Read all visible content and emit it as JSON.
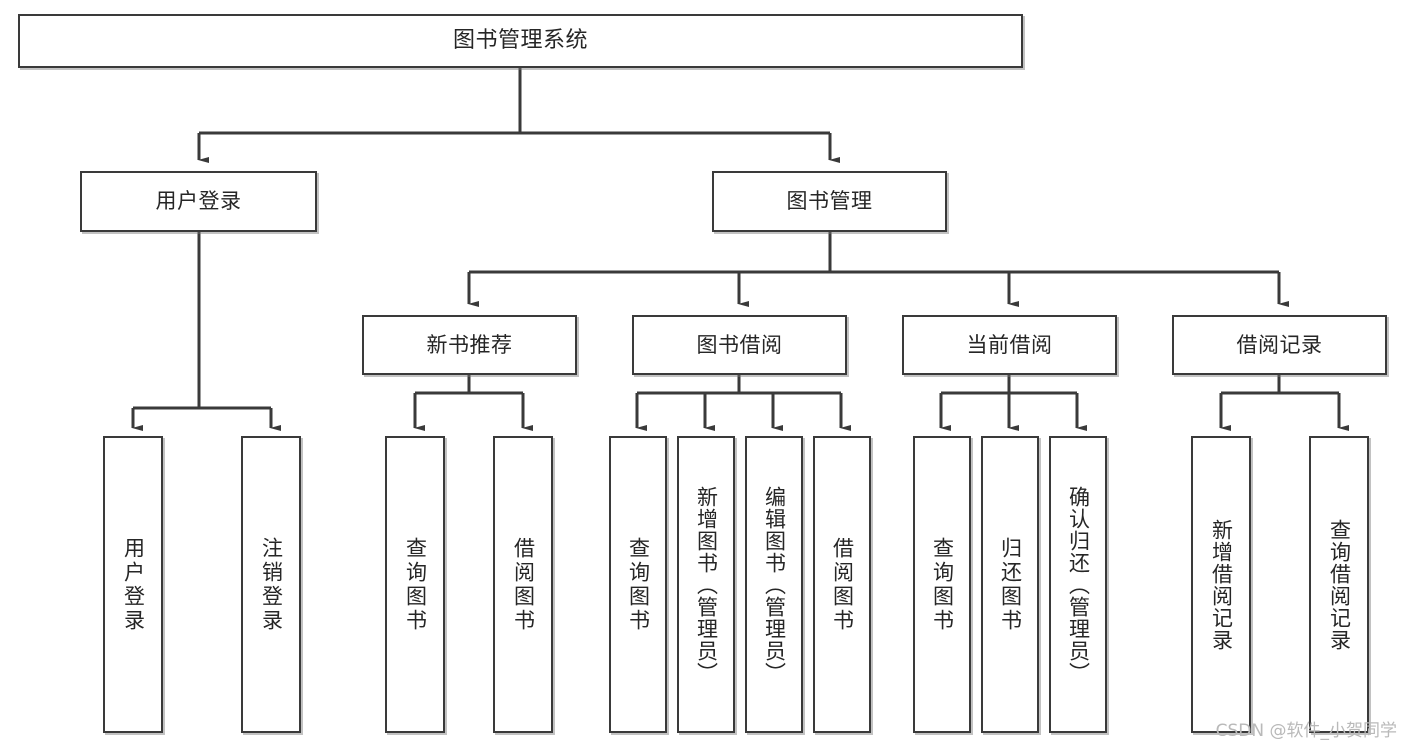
{
  "diagram": {
    "type": "tree-hierarchy",
    "title": "图书管理系统",
    "orientation": "top-down",
    "colors": {
      "box_border": "#3a3a3a",
      "box_fill": "#ffffff",
      "connector": "#3a3a3a",
      "text": "#262626",
      "watermark": "#b9b9b9",
      "background": "#ffffff"
    },
    "root": {
      "label": "图书管理系统"
    },
    "level2": [
      {
        "label": "用户登录"
      },
      {
        "label": "图书管理"
      }
    ],
    "level3": [
      {
        "label": "新书推荐"
      },
      {
        "label": "图书借阅"
      },
      {
        "label": "当前借阅"
      },
      {
        "label": "借阅记录"
      }
    ],
    "leaves": {
      "user_login": [
        {
          "label": "用户登录"
        },
        {
          "label": "注销登录"
        }
      ],
      "new_book": [
        {
          "label": "查询图书"
        },
        {
          "label": "借阅图书"
        }
      ],
      "book_borrow": [
        {
          "label": "查询图书"
        },
        {
          "label": "新增图书（管理员）"
        },
        {
          "label": "编辑图书（管理员）"
        },
        {
          "label": "借阅图书"
        }
      ],
      "current_borrow": [
        {
          "label": "查询图书"
        },
        {
          "label": "归还图书"
        },
        {
          "label": "确认归还（管理员）"
        }
      ],
      "borrow_record": [
        {
          "label": "新增借阅记录"
        },
        {
          "label": "查询借阅记录"
        }
      ]
    }
  },
  "watermark": {
    "text": "CSDN @软件_小贺同学"
  }
}
